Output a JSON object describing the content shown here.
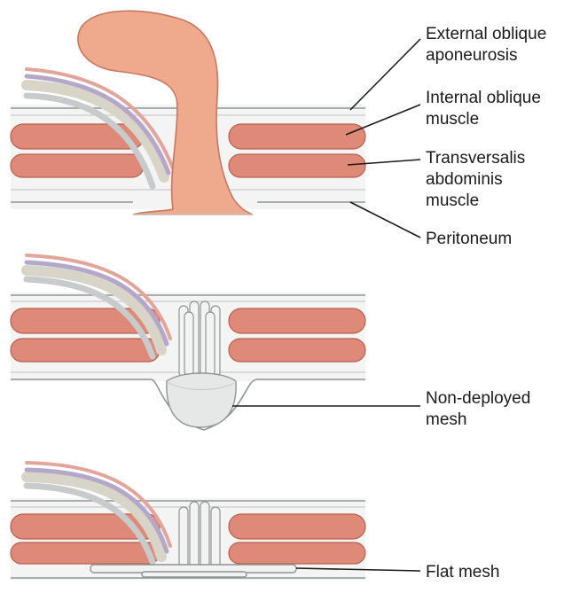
{
  "labels": {
    "external_oblique": [
      "External oblique",
      "aponeurosis"
    ],
    "internal_oblique": [
      "Internal oblique",
      "muscle"
    ],
    "transversalis": [
      "Transversalis",
      "abdominis",
      "muscle"
    ],
    "peritoneum": [
      "Peritoneum"
    ],
    "non_deployed_mesh": [
      "Non-deployed",
      "mesh"
    ],
    "flat_mesh": [
      "Flat mesh"
    ]
  },
  "colors": {
    "muscle": "#df8a78",
    "hernia_sac": "#efa98d",
    "fascia": "#eaecea",
    "mesh": "#e6e8e7",
    "text": "#1a1a1a"
  }
}
